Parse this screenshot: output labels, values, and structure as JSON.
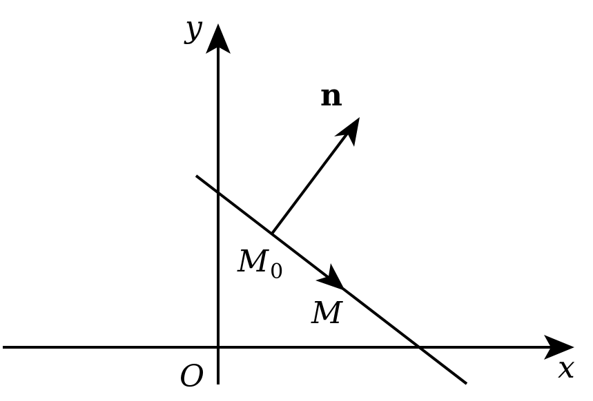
{
  "labels": {
    "y_axis": "y",
    "x_axis": "x",
    "origin": "O",
    "normal_vector": "n",
    "point_m0_base": "M",
    "point_m0_subscript": "0",
    "point_m": "M"
  },
  "colors": {
    "stroke": "#000000",
    "background": "#ffffff"
  }
}
